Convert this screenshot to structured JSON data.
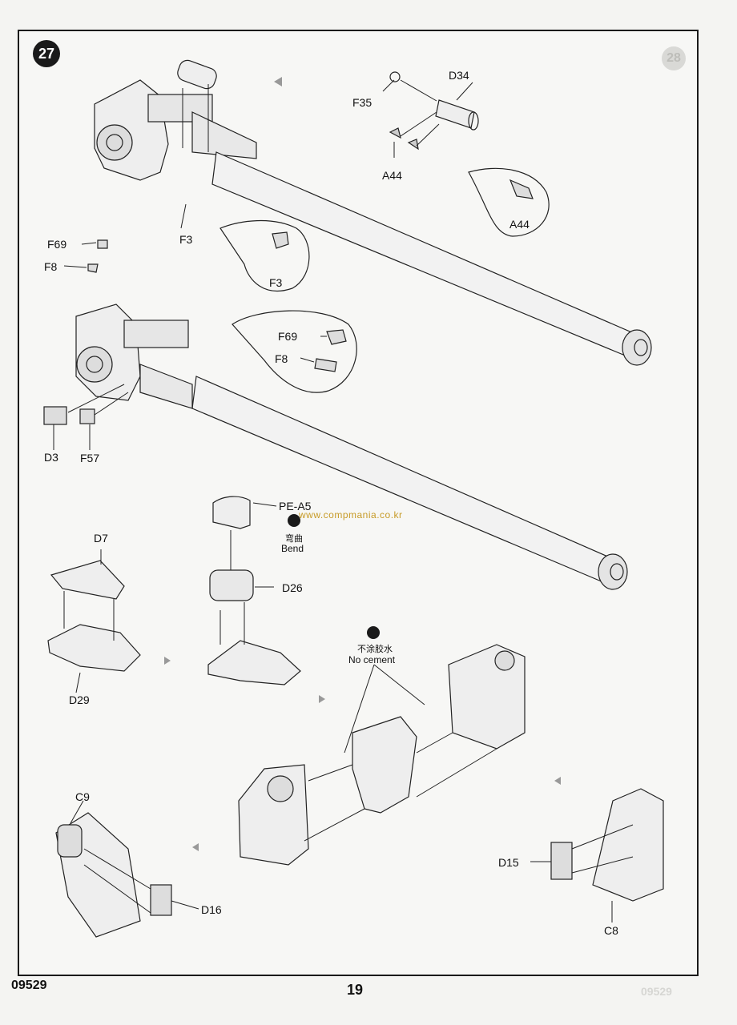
{
  "step": {
    "number": "27",
    "next_step_ghost": "28"
  },
  "labels": {
    "D34": "D34",
    "F35": "F35",
    "A44": "A44",
    "A44_callout": "A44",
    "F3": "F3",
    "F3_callout": "F3",
    "F69": "F69",
    "F8": "F8",
    "F69_callout": "F69",
    "F8_callout": "F8",
    "D3": "D3",
    "F57": "F57",
    "PE_A5": "PE-A5",
    "D7": "D7",
    "D26": "D26",
    "D29": "D29",
    "C9": "C9",
    "D16": "D16",
    "D15": "D15",
    "C8": "C8"
  },
  "notes": {
    "bend_cn": "弯曲",
    "bend_en": "Bend",
    "nocement_cn": "不涂胶水",
    "nocement_en": "No cement"
  },
  "watermark": "www.compmania.co.kr",
  "footer": {
    "code": "09529",
    "page": "19",
    "ghost": "09529"
  },
  "icons": [
    "bend-icon",
    "no-cement-icon"
  ]
}
